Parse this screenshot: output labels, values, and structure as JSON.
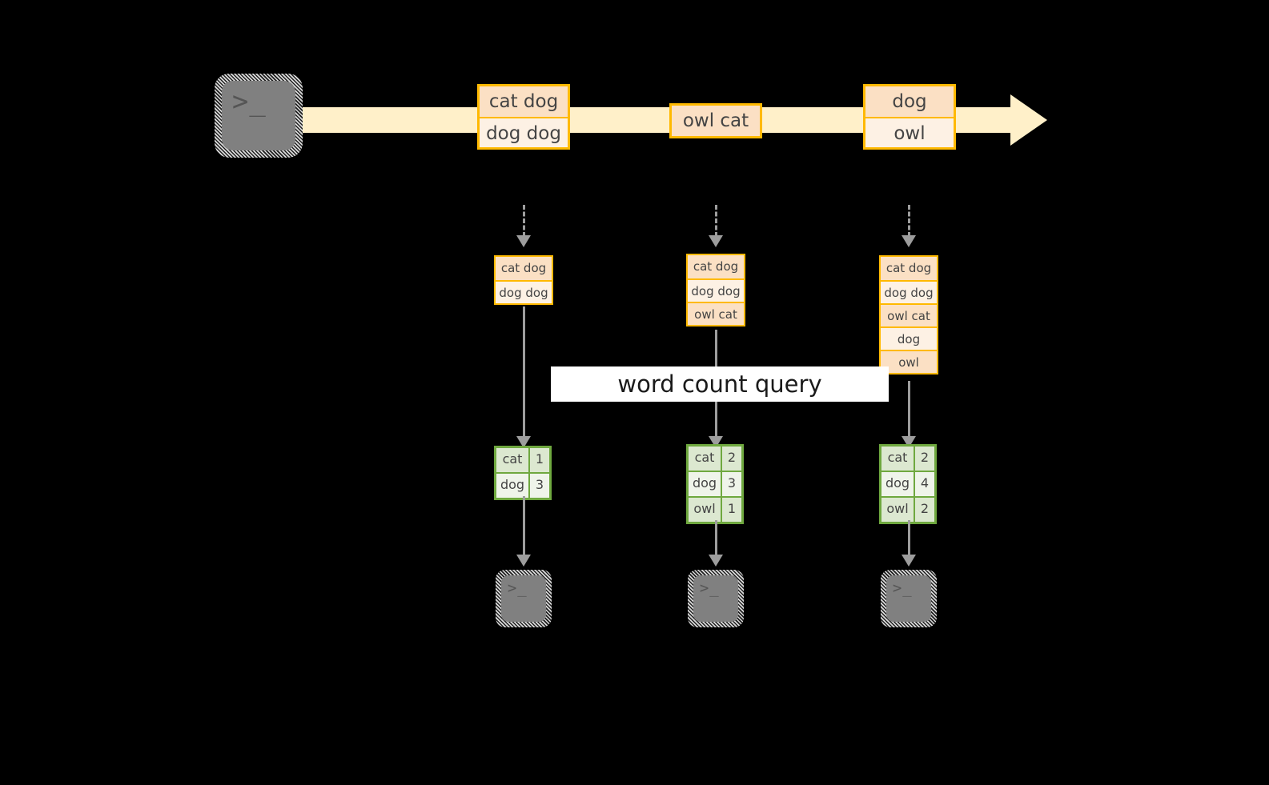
{
  "diagram": {
    "title_label": "word count query",
    "colors": {
      "background": "#000000",
      "stream_band": "#FFF0C9",
      "message_border": "#FFB900",
      "message_fill_dark": "#FBE0C4",
      "message_fill_light": "#FDF1E4",
      "table_border": "#6FA83F",
      "table_fill_dark": "#DCE8D0",
      "table_fill_light": "#EFF4EA",
      "connector": "#9D9D9D",
      "terminal_fill": "#808080",
      "label_background": "#FFFFFF"
    },
    "icons": {
      "source_terminal": "terminal-icon",
      "sink_terminal": "terminal-icon",
      "prompt_glyph": ">_"
    },
    "stream": {
      "messages": [
        {
          "lines": [
            "cat dog",
            "dog dog"
          ]
        },
        {
          "lines": [
            "owl cat"
          ]
        },
        {
          "lines": [
            "dog",
            "owl"
          ]
        }
      ]
    },
    "states": [
      {
        "lines": [
          "cat dog",
          "dog dog"
        ]
      },
      {
        "lines": [
          "cat dog",
          "dog dog",
          "owl cat"
        ]
      },
      {
        "lines": [
          "cat dog",
          "dog dog",
          "owl cat",
          "dog",
          "owl"
        ]
      }
    ],
    "results": [
      {
        "rows": [
          {
            "word": "cat",
            "count": "1"
          },
          {
            "word": "dog",
            "count": "3"
          }
        ]
      },
      {
        "rows": [
          {
            "word": "cat",
            "count": "2"
          },
          {
            "word": "dog",
            "count": "3"
          },
          {
            "word": "owl",
            "count": "1"
          }
        ]
      },
      {
        "rows": [
          {
            "word": "cat",
            "count": "2"
          },
          {
            "word": "dog",
            "count": "4"
          },
          {
            "word": "owl",
            "count": "2"
          }
        ]
      }
    ]
  }
}
